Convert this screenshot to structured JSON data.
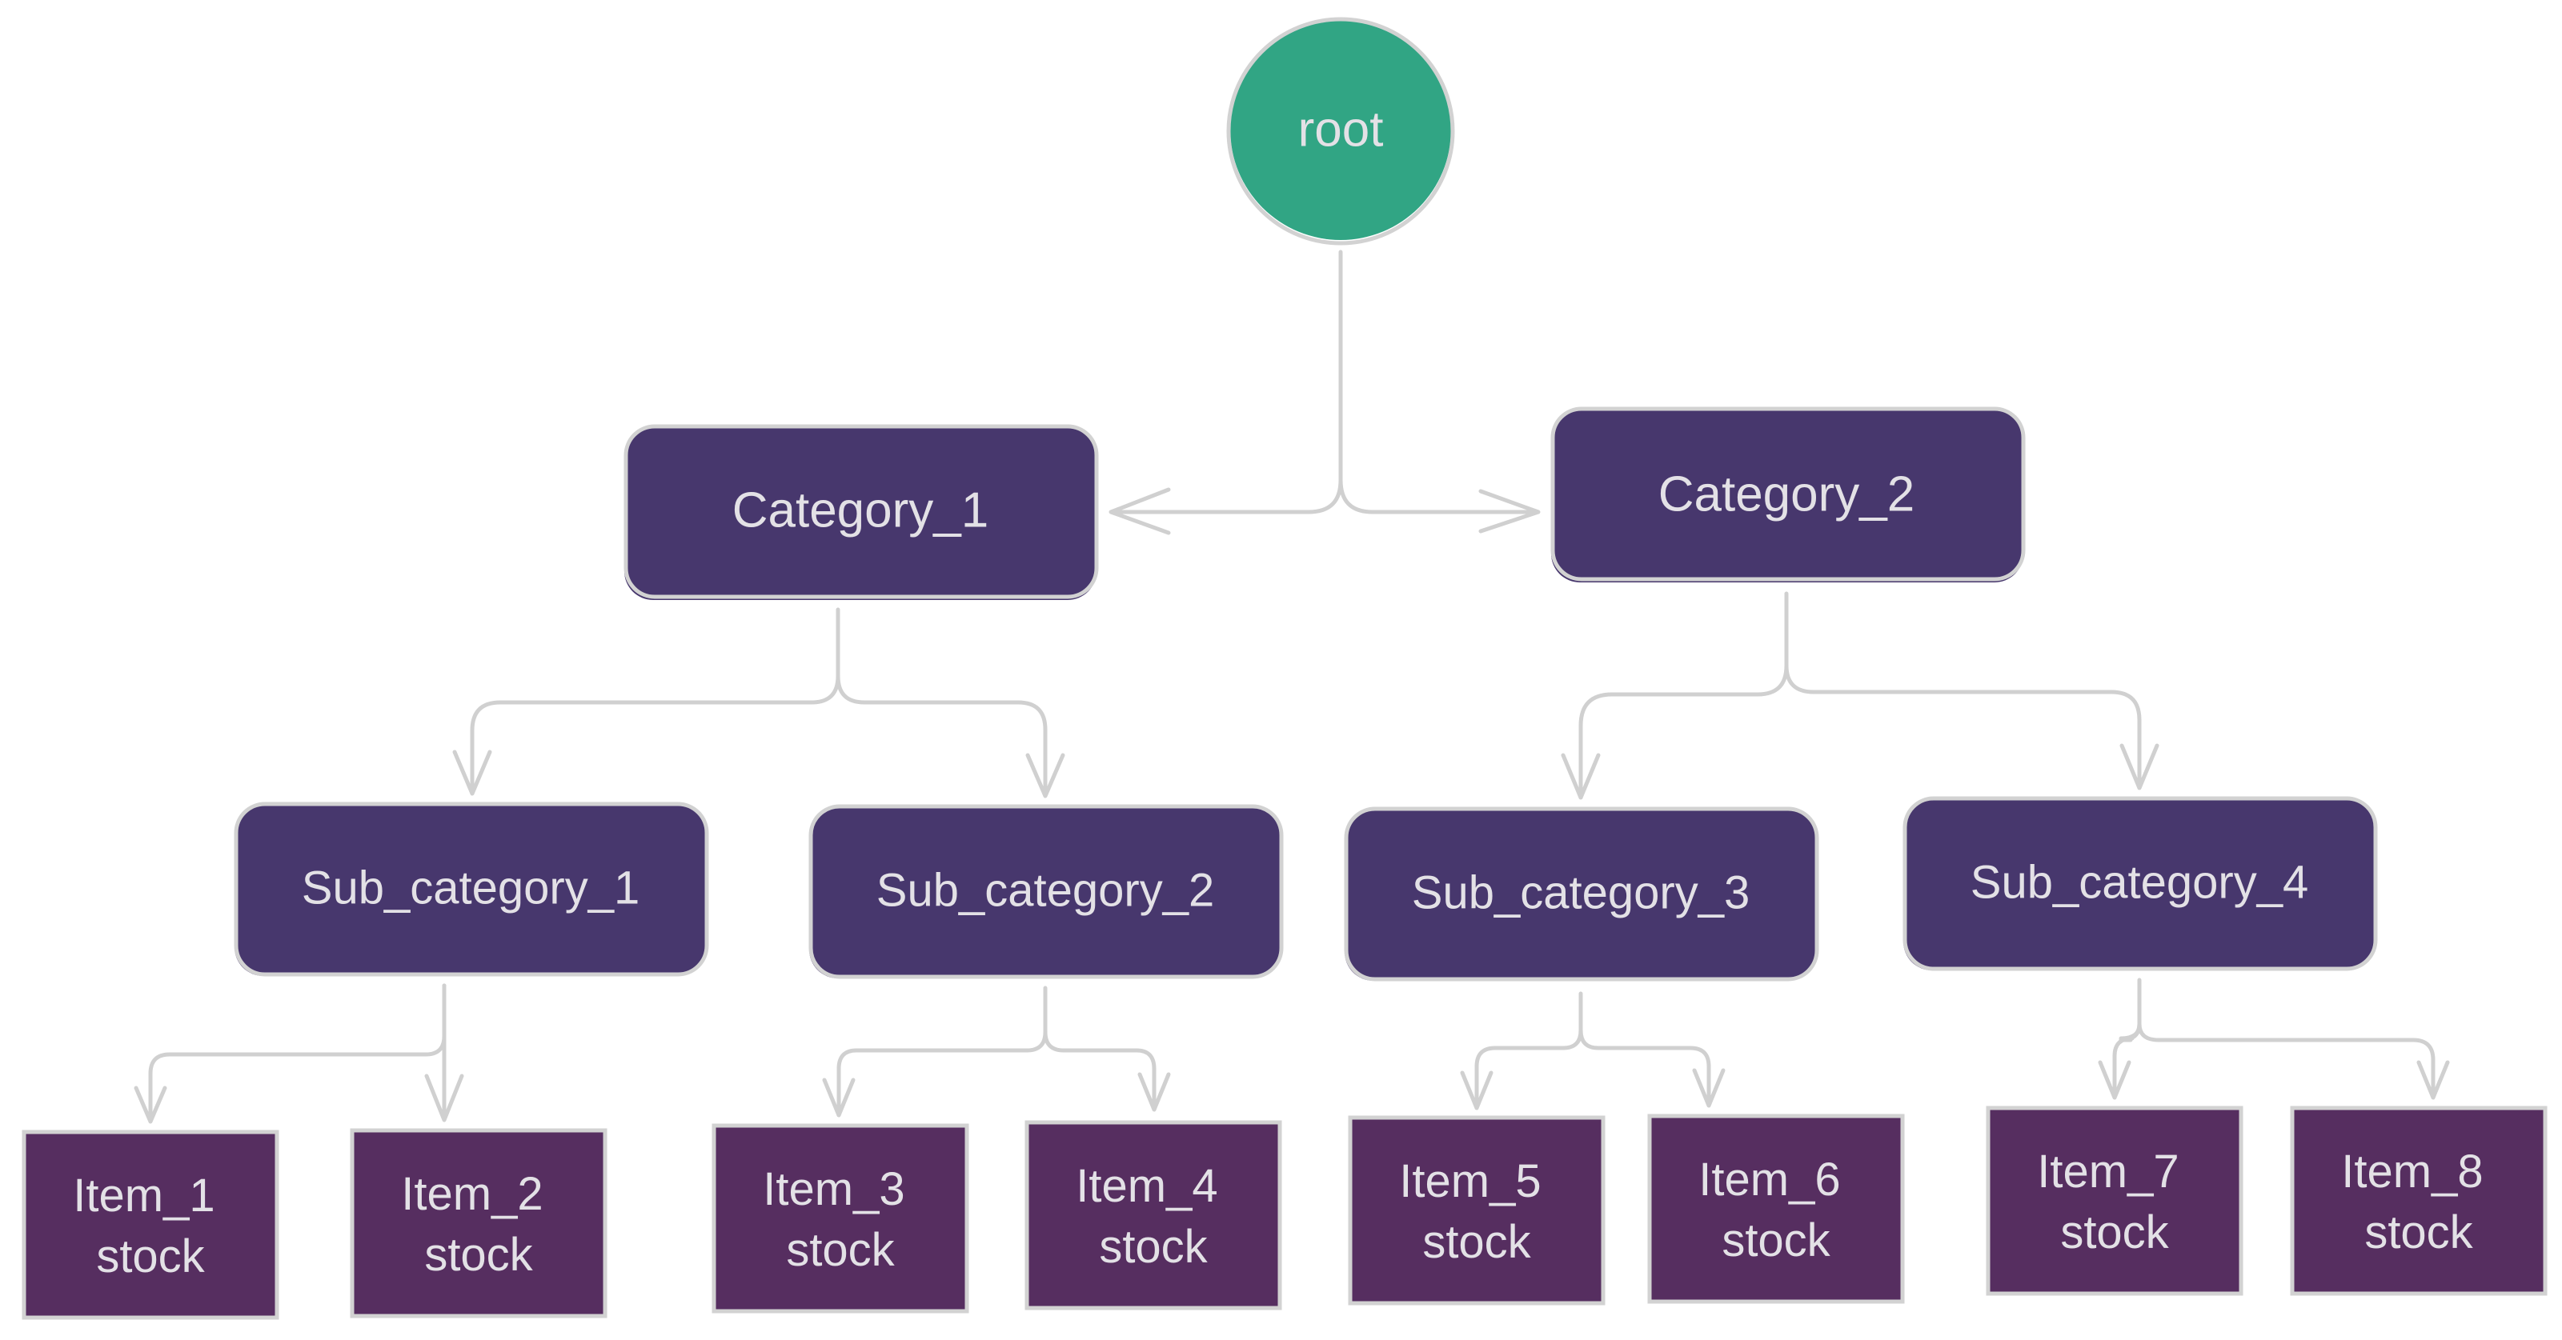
{
  "colors": {
    "root_fill": "#31a584",
    "category_fill": "#47376d",
    "item_fill": "#562e60",
    "edge": "#d0d0d0",
    "text": "#e3e1e6"
  },
  "root": {
    "label": "root"
  },
  "categories": [
    {
      "label": "Category_1"
    },
    {
      "label": "Category_2"
    }
  ],
  "sub_categories": [
    {
      "label": "Sub_category_1"
    },
    {
      "label": "Sub_category_2"
    },
    {
      "label": "Sub_category_3"
    },
    {
      "label": "Sub_category_4"
    }
  ],
  "items": [
    {
      "name": "Item_1",
      "sub": "stock"
    },
    {
      "name": "Item_2",
      "sub": "stock"
    },
    {
      "name": "Item_3",
      "sub": "stock"
    },
    {
      "name": "Item_4",
      "sub": "stock"
    },
    {
      "name": "Item_5",
      "sub": "stock"
    },
    {
      "name": "Item_6",
      "sub": "stock"
    },
    {
      "name": "Item_7",
      "sub": "stock"
    },
    {
      "name": "Item_8",
      "sub": "stock"
    }
  ]
}
